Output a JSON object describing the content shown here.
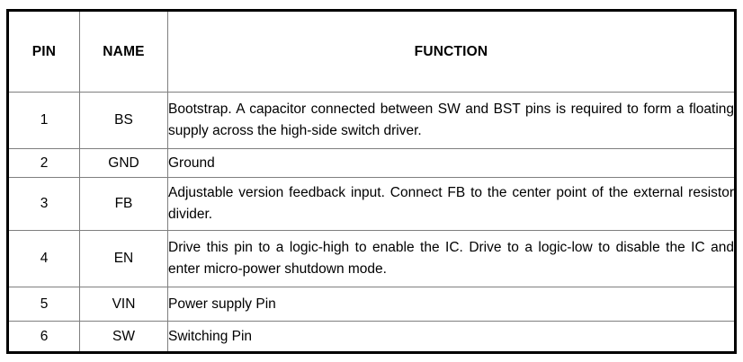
{
  "table": {
    "headers": {
      "pin": "PIN",
      "name": "NAME",
      "function": "FUNCTION"
    },
    "rows": [
      {
        "pin": "1",
        "name": "BS",
        "function": "Bootstrap. A capacitor connected between SW and BST pins is required to form a floating supply across the high-side switch driver."
      },
      {
        "pin": "2",
        "name": "GND",
        "function": "Ground"
      },
      {
        "pin": "3",
        "name": "FB",
        "function": "Adjustable version feedback input. Connect FB to the center point of the external resistor divider."
      },
      {
        "pin": "4",
        "name": "EN",
        "function": "Drive this pin to a logic-high to enable the IC. Drive to a logic-low to disable the IC and enter micro-power shutdown mode."
      },
      {
        "pin": "5",
        "name": "VIN",
        "function": "Power supply Pin"
      },
      {
        "pin": "6",
        "name": "SW",
        "function": "Switching Pin"
      }
    ]
  },
  "colors": {
    "outer_border": "#000000",
    "inner_grid": "#7f7f7f",
    "text": "#000000",
    "background": "#ffffff"
  }
}
